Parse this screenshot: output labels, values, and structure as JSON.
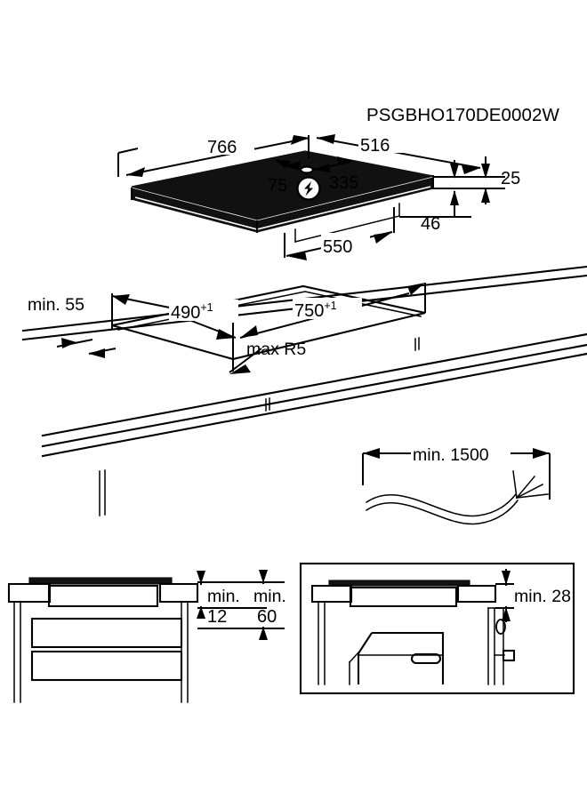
{
  "document": {
    "title": "PSGBHO170DE0002W",
    "type": "installation-dimension-drawing",
    "units": "mm",
    "line_color": "#000000",
    "background_color": "#ffffff",
    "hob_fill_color": "#111111"
  },
  "views": {
    "hob": {
      "name": "hob-appliance-isometric",
      "dimensions": {
        "overall_width": "766",
        "overall_depth": "516",
        "cable_offset_left": "75",
        "cable_offset_right": "335",
        "underside_width": "550",
        "glass_thickness": "25",
        "body_depth": "46"
      },
      "symbols": {
        "electrical": "lightning-bolt-in-circle"
      }
    },
    "worktop": {
      "name": "worktop-cutout-isometric",
      "dimensions": {
        "edge_distance": "min. 55",
        "cutout_depth": "490",
        "cutout_depth_tolerance": "+1",
        "cutout_width": "750",
        "cutout_width_tolerance": "+1",
        "corner_radius": "max R5"
      }
    },
    "cable": {
      "name": "mains-cable-length",
      "dimensions": {
        "length": "min. 1500"
      }
    },
    "section_drawer": {
      "name": "section-over-drawer",
      "dimensions": {
        "clearance_below_hob": "min.",
        "clearance_below_hob_value": "12",
        "drawer_front_clearance": "min.",
        "drawer_front_clearance_value": "60"
      }
    },
    "section_oven": {
      "name": "section-over-oven",
      "dimensions": {
        "clearance_above_oven": "min. 28"
      }
    }
  }
}
